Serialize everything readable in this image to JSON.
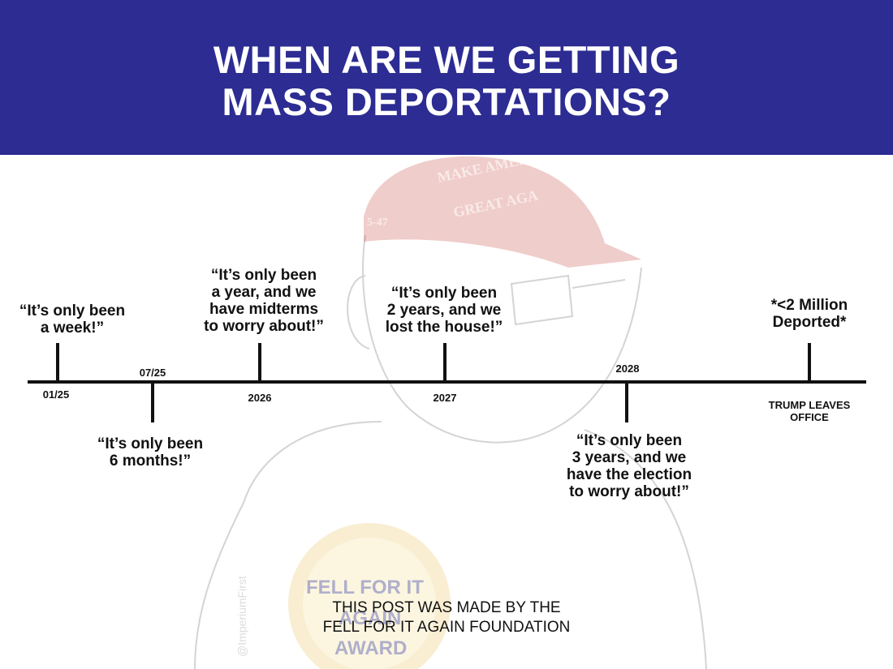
{
  "title": "WHEN ARE WE GETTING\nMASS DEPORTATIONS?",
  "colors": {
    "header_bg": "#2c2c93",
    "title_text": "#ffffff",
    "line": "#111111"
  },
  "background_art": {
    "cap_text_1": "MAKE AMERI",
    "cap_text_2": "GREAT AGA",
    "cap_side_text": "5-47",
    "badge_text_1": "FELL FOR IT",
    "badge_text_2": "AGAIN",
    "badge_text_3": "AWARD",
    "watermark": "@ImperiumFirst"
  },
  "timeline": {
    "date_labels": {
      "d0125": "01/25",
      "d0725": "07/25",
      "d2026": "2026",
      "d2027": "2027",
      "d2028": "2028",
      "end": "TRUMP LEAVES\nOFFICE"
    },
    "quotes": {
      "week": "“It’s only been\na week!”",
      "six_months": "“It’s only been\n6 months!”",
      "year": "“It’s only been\na year, and we\nhave midterms\nto worry about!”",
      "two_years": "“It’s only been\n2 years, and we\nlost the house!”",
      "three_years": "“It’s only been\n3 years, and we\nhave the election\nto worry about!”",
      "end": "*<2 Million\nDeported*"
    }
  },
  "footer_credit": "THIS POST WAS MADE BY THE\nFELL FOR IT AGAIN FOUNDATION"
}
